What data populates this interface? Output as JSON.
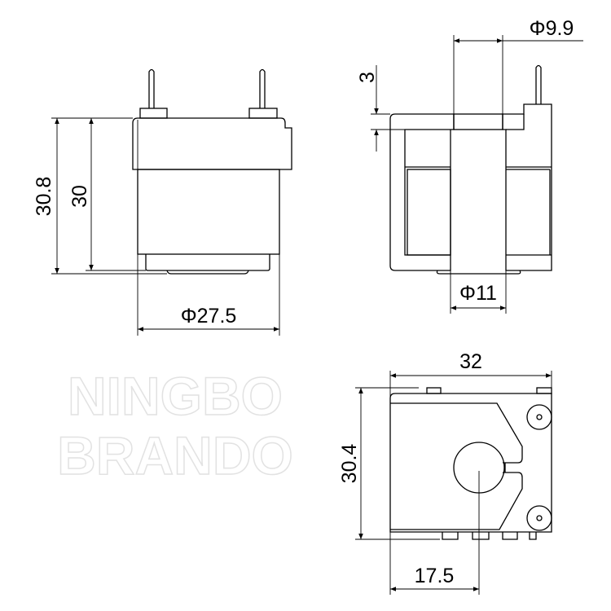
{
  "watermark": "NINGBO BRANDO",
  "front_view": {
    "dim_total_height": "30.8",
    "dim_body_height": "30",
    "dim_diameter": "Φ27.5"
  },
  "section_view": {
    "dim_bore_top": "Φ9.9",
    "dim_top_thickness": "3",
    "dim_bore": "Φ11"
  },
  "bottom_view": {
    "dim_width": "32",
    "dim_height": "30.4",
    "dim_center_offset": "17.5"
  },
  "colors": {
    "line": "#000000",
    "watermark": "#e2e2e2"
  }
}
